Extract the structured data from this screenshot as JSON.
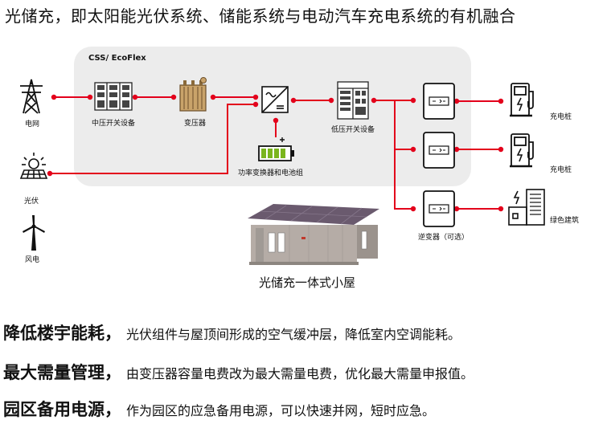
{
  "title": "光储充，即太阳能光伏系统、储能系统与电动汽车充电系统的有机融合",
  "panel_label": "CSS/ EcoFlex",
  "nodes": {
    "grid": "电网",
    "pv": "光伏",
    "wind": "风电",
    "mv_switchgear": "中压开关设备",
    "transformer": "变压器",
    "pcs_battery": "功率变换器和电池组",
    "lv_switchgear": "低压开关设备",
    "inverter": "逆变器（可选）",
    "charger_1": "充电桩",
    "charger_2": "充电桩",
    "green_building": "绿色建筑"
  },
  "house_caption": "光储充一体式小屋",
  "features": [
    {
      "head": "降低楼宇能耗，",
      "body": "光伏组件与屋顶间形成的空气缓冲层，降低室内空调能耗。"
    },
    {
      "head": "最大需量管理，",
      "body": "由变压器容量电费改为最大需量电费，优化最大需量申报值。"
    },
    {
      "head": "园区备用电源，",
      "body": "作为园区的应急备用电源，可以快速并网，短时应急。"
    }
  ],
  "colors": {
    "line": "#e3001b",
    "panel": "#ececec",
    "battery": "#7ab51d"
  }
}
